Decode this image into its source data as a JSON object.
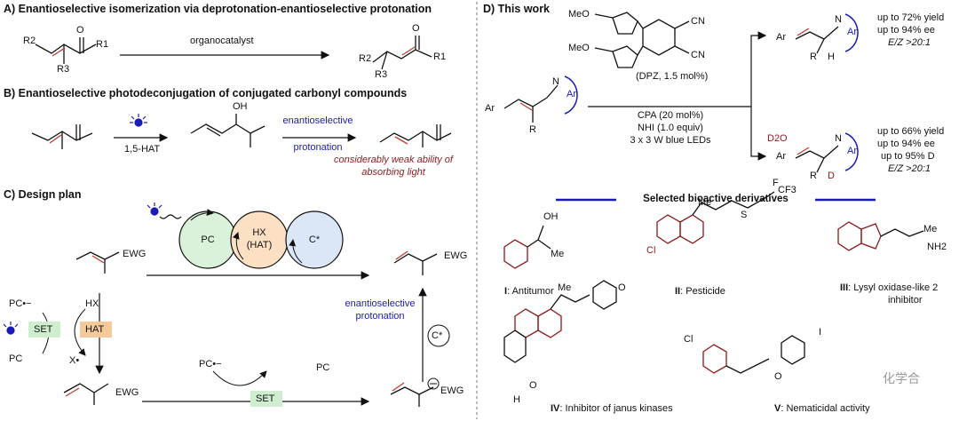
{
  "panel_a": {
    "heading": "A) Enantioselective isomerization via deprotonation-enantioselective protonation",
    "arrow_label": "organocatalyst",
    "sub_r2": "R2",
    "sub_r3": "R3",
    "sub_r1": "R1",
    "sub_o": "O"
  },
  "panel_b": {
    "heading": "B) Enantioselective photodeconjugation of conjugated carbonyl compounds",
    "step1": "1,5-HAT",
    "step2_line1": "enantioselective",
    "step2_line2": "protonation",
    "note_line1": "considerably weak ability of",
    "note_line2": "absorbing light",
    "oh": "OH"
  },
  "panel_c": {
    "heading": "C) Design plan",
    "circles": [
      "PC",
      "HX\n(HAT)",
      "C*"
    ],
    "circle_pc": "PC",
    "circle_hx_line1": "HX",
    "circle_hx_line2": "(HAT)",
    "circle_c": "C*",
    "ewg": "EWG",
    "hx": "HX",
    "set": "SET",
    "hat": "HAT",
    "pc": "PC",
    "pc_rad": "PC•−",
    "x_rad": "X•",
    "c_star": "C*",
    "protonation_line1": "enantioselective",
    "protonation_line2": "protonation"
  },
  "panel_d": {
    "heading": "D) This work",
    "catalyst": "(DPZ, 1.5 mol%)",
    "meo": "MeO",
    "cn": "CN",
    "cond1": "CPA (20 mol%)",
    "cond2": "NHI (1.0 equiv)",
    "cond3": "3 x 3 W blue LEDs",
    "d2o": "D2O",
    "ar": "Ar",
    "r": "R",
    "h": "H",
    "d": "D",
    "n": "N",
    "top_results": [
      "up to 72% yield",
      "up to 94% ee",
      "E/Z >20:1"
    ],
    "bottom_results": [
      "up to 66% yield",
      "up to 94% ee",
      "up to 95% D",
      "E/Z >20:1"
    ],
    "derivatives_title": "Selected bioactive derivatives",
    "compounds": [
      {
        "id": "I",
        "text": ": Antitumor"
      },
      {
        "id": "II",
        "text": ": Pesticide"
      },
      {
        "id": "III",
        "text": ": Lysyl oxidase-like 2",
        "text2": "inhibitor"
      },
      {
        "id": "IV",
        "text": ": Inhibitor of janus kinases"
      },
      {
        "id": "V",
        "text": ": Nematicidal activity"
      }
    ],
    "atoms": {
      "oh": "OH",
      "me": "Me",
      "f": "F",
      "cf3": "CF3",
      "s": "S",
      "cl": "Cl",
      "nh2": "NH2",
      "o": "O",
      "nh": "H",
      "i": "I"
    }
  },
  "colors": {
    "red": "#8b1a1a",
    "blue": "#1a1ab8",
    "pc_green": "#d9f2d9",
    "hx_orange": "#fbe0c4",
    "c_blue": "#dbe7f7",
    "set_green": "#cfeecf",
    "hat_orange": "#f6c99a",
    "divider": "#1a1ab8"
  },
  "watermark": "化学合"
}
